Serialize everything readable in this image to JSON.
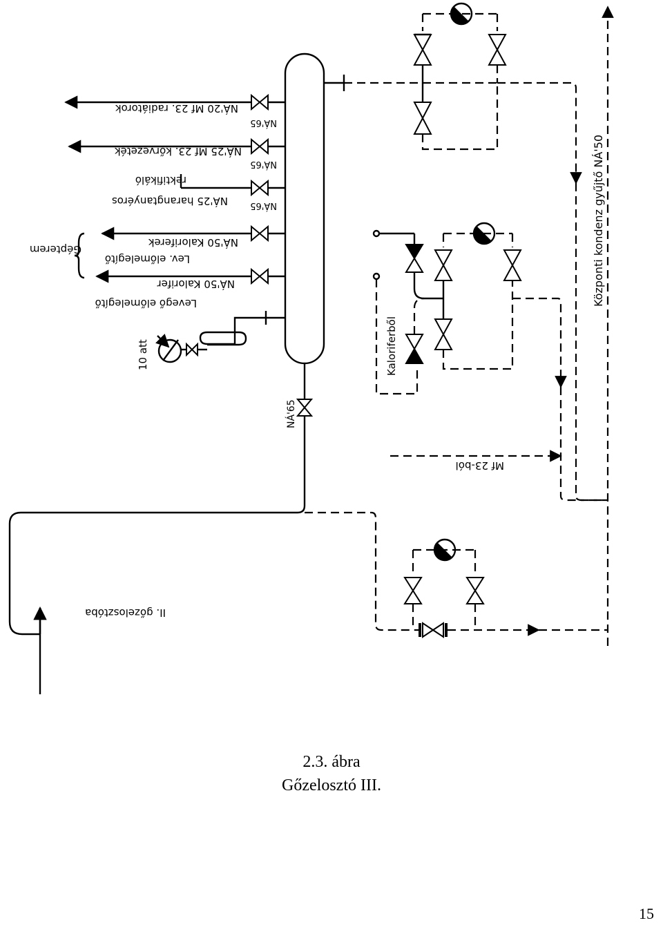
{
  "diagram": {
    "labels": {
      "consumer_1": "NÁ'20  Mf 23. radiátorok",
      "consumer_2": "NÁ'25  Mf 23. kőrvezeték",
      "consumer_3": "rektifikáló",
      "consumer_4": "NÁ'25  harangtanyéros",
      "consumer_5": "NÁ'50  Kaloriferek",
      "consumer_6": "NÁ'50  Kalorifer",
      "group_1": "Lev. előmelegítő",
      "group_2": "Gépterem",
      "air_preheater": "Levegő előmelegítő",
      "pressure": "10 att",
      "size_1": "NÁ'65",
      "size_2": "NÁ'65",
      "size_3": "NÁ'65",
      "inlet_size": "NÁ'65",
      "kalorifer_return": "Kaloriferből",
      "mf23_return": "Mf 23-ból",
      "condensate_header": "Központi kondenz gyűjtő  NÁ'50",
      "steam_distributor": "II. gőzelosztóba"
    }
  },
  "caption": {
    "figure_number": "2.3. ábra",
    "figure_title": "Gőzelosztó III."
  },
  "page": {
    "number": "15"
  }
}
